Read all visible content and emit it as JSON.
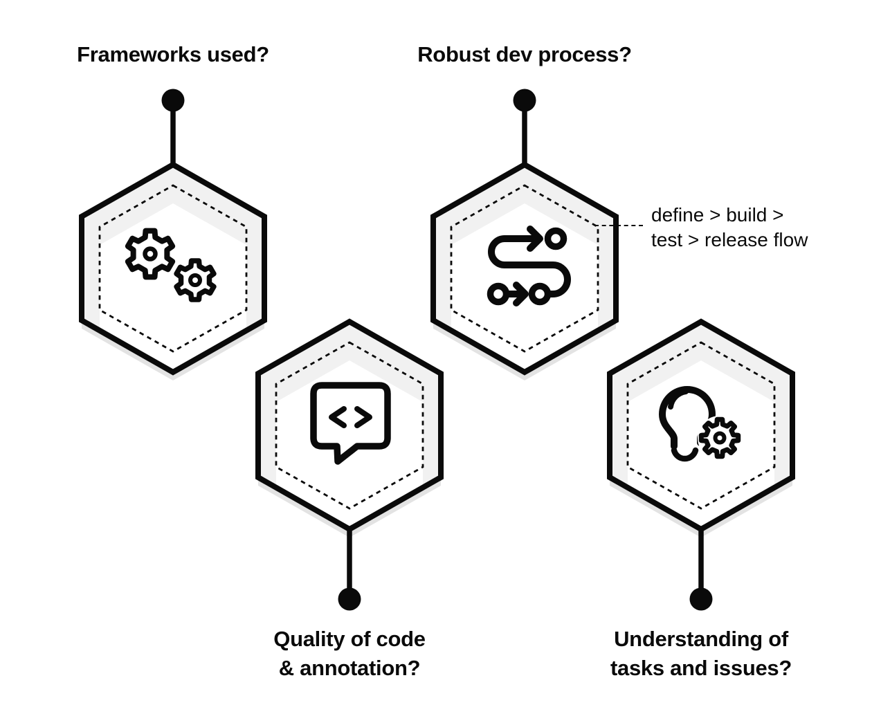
{
  "colors": {
    "ink": "#0a0a0a",
    "band": "#f1f1f1",
    "shadow": "#e3e3e3",
    "paper": "#ffffff"
  },
  "nodes": [
    {
      "id": "frameworks",
      "icon": "gears-icon",
      "label": "Frameworks used?"
    },
    {
      "id": "dev-process",
      "icon": "flow-path-icon",
      "label": "Robust dev process?",
      "annotation": {
        "line1": "define > build >",
        "line2": "test > release flow"
      }
    },
    {
      "id": "code-quality",
      "icon": "code-comment-icon",
      "label_line1": "Quality of code",
      "label_line2": "& annotation?"
    },
    {
      "id": "understanding",
      "icon": "bulb-gear-icon",
      "label_line1": "Understanding of",
      "label_line2": "tasks and issues?"
    }
  ]
}
